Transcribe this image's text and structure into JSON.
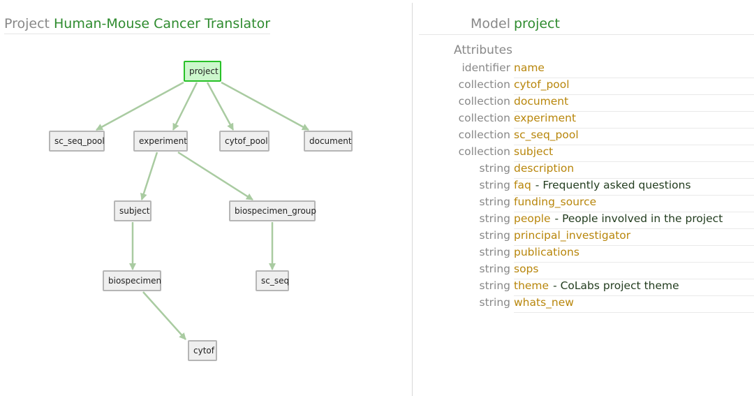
{
  "project_header": {
    "label": "Project",
    "name": "Human-Mouse Cancer Translator"
  },
  "graph": {
    "nodes": [
      {
        "id": "project",
        "label": "project",
        "selected": true
      },
      {
        "id": "sc_seq_pool",
        "label": "sc_seq_pool"
      },
      {
        "id": "experiment",
        "label": "experiment"
      },
      {
        "id": "cytof_pool",
        "label": "cytof_pool"
      },
      {
        "id": "document",
        "label": "document"
      },
      {
        "id": "subject",
        "label": "subject"
      },
      {
        "id": "biospecimen_group",
        "label": "biospecimen_group"
      },
      {
        "id": "biospecimen",
        "label": "biospecimen"
      },
      {
        "id": "sc_seq",
        "label": "sc_seq"
      },
      {
        "id": "cytof",
        "label": "cytof"
      }
    ],
    "edges": [
      [
        "project",
        "sc_seq_pool"
      ],
      [
        "project",
        "experiment"
      ],
      [
        "project",
        "cytof_pool"
      ],
      [
        "project",
        "document"
      ],
      [
        "experiment",
        "subject"
      ],
      [
        "experiment",
        "biospecimen_group"
      ],
      [
        "subject",
        "biospecimen"
      ],
      [
        "biospecimen_group",
        "sc_seq"
      ],
      [
        "biospecimen",
        "cytof"
      ]
    ],
    "colors": {
      "edge": "#a9cba1",
      "node_fill": "#efefef",
      "node_border": "#b5b5b5",
      "selected_fill": "#ccf7cc",
      "selected_border": "#27c127"
    }
  },
  "model_header": {
    "label": "Model",
    "name": "project"
  },
  "attributes": {
    "heading": "Attributes",
    "items": [
      {
        "type": "identifier",
        "name": "name",
        "description": ""
      },
      {
        "type": "collection",
        "name": "cytof_pool",
        "description": ""
      },
      {
        "type": "collection",
        "name": "document",
        "description": ""
      },
      {
        "type": "collection",
        "name": "experiment",
        "description": ""
      },
      {
        "type": "collection",
        "name": "sc_seq_pool",
        "description": ""
      },
      {
        "type": "collection",
        "name": "subject",
        "description": ""
      },
      {
        "type": "string",
        "name": "description",
        "description": ""
      },
      {
        "type": "string",
        "name": "faq",
        "description": "- Frequently asked questions"
      },
      {
        "type": "string",
        "name": "funding_source",
        "description": ""
      },
      {
        "type": "string",
        "name": "people",
        "description": "- People involved in the project"
      },
      {
        "type": "string",
        "name": "principal_investigator",
        "description": ""
      },
      {
        "type": "string",
        "name": "publications",
        "description": ""
      },
      {
        "type": "string",
        "name": "sops",
        "description": ""
      },
      {
        "type": "string",
        "name": "theme",
        "description": "- CoLabs project theme"
      },
      {
        "type": "string",
        "name": "whats_new",
        "description": ""
      }
    ]
  },
  "colors": {
    "header_label": "#888888",
    "header_value": "#2e8b2e",
    "attribute_name": "#b8860b",
    "attribute_description": "#233d1f"
  }
}
